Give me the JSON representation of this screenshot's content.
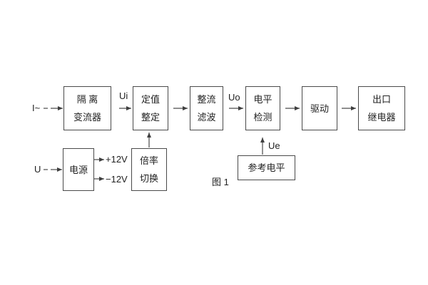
{
  "figure": {
    "caption": "图 1",
    "colors": {
      "background": "#ffffff",
      "line": "#4a4a4a",
      "text": "#222222"
    },
    "blocks": {
      "isolation_ct": {
        "line1": "隔 离",
        "line2": "变流器"
      },
      "setpoint": {
        "line1": "定值",
        "line2": "整定"
      },
      "rectifier_filter": {
        "line1": "整流",
        "line2": "滤波"
      },
      "level_detector": {
        "line1": "电平",
        "line2": "检测"
      },
      "drive": {
        "line1": "驱动"
      },
      "output_relay": {
        "line1": "出口",
        "line2": "继电器"
      },
      "power_supply": {
        "line1": "电源"
      },
      "ratio_switch": {
        "line1": "倍率",
        "line2": "切换"
      },
      "reference_level": {
        "line1": "参考电平"
      }
    },
    "labels": {
      "input_current": "I~",
      "input_voltage": "U",
      "signal_ui": "Ui",
      "signal_uo": "Uo",
      "signal_ue": "Ue",
      "rail_pos": "+12V",
      "rail_neg": "−12V"
    }
  }
}
